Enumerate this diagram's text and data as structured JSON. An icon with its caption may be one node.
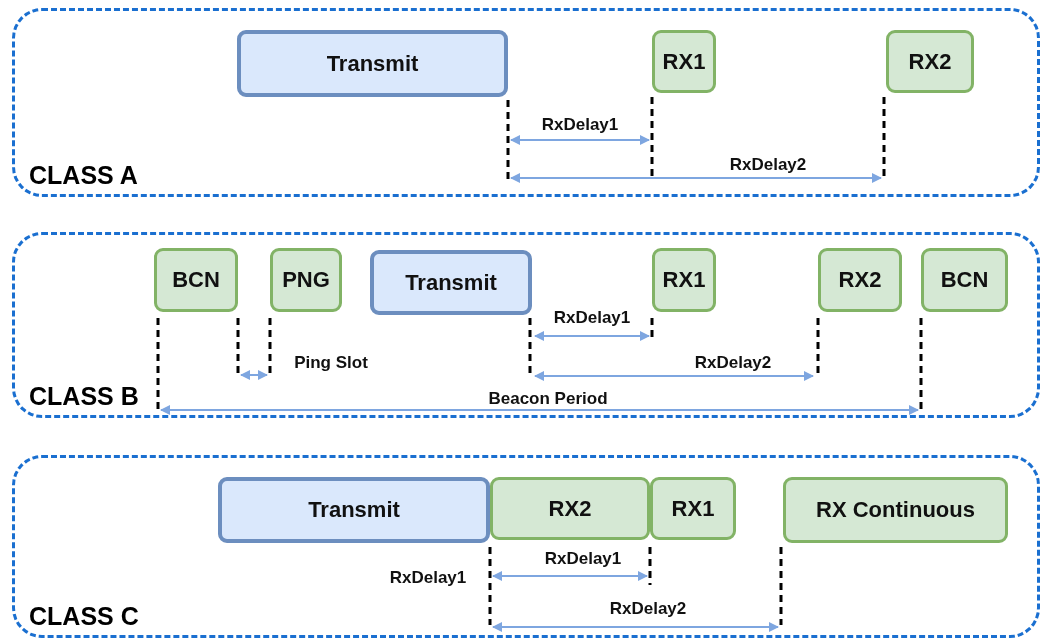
{
  "diagram": {
    "nodes": [
      {
        "text": [
          "CLASS A"
        ]
      },
      {
        "text": [
          "Transmit"
        ],
        "in": 0
      },
      {
        "text": [
          "RX1"
        ],
        "in": 0
      },
      {
        "text": [
          "RX2"
        ],
        "in": 0
      },
      {
        "text": [
          "CLASS B"
        ]
      },
      {
        "text": [
          "BCN"
        ],
        "in": 4
      },
      {
        "text": [
          "PNG"
        ],
        "in": 4
      },
      {
        "text": [
          "Transmit"
        ],
        "in": 4
      },
      {
        "text": [
          "RX1"
        ],
        "in": 4
      },
      {
        "text": [
          "RX2"
        ],
        "in": 4
      },
      {
        "text": [
          "BCN"
        ],
        "in": 4
      },
      {
        "text": [
          "CLASS C"
        ]
      },
      {
        "text": [
          "Transmit"
        ],
        "in": 11
      },
      {
        "text": [
          "RX2"
        ],
        "in": 11
      },
      {
        "text": [
          "RX1"
        ],
        "in": 11
      },
      {
        "text": [
          "RX Continuous"
        ],
        "in": 11
      }
    ],
    "labels": [
      "RxDelay1",
      "RxDelay2",
      "RxDelay1",
      "Ping Slot",
      "RxDelay2",
      "Beacon Period",
      "RxDelay1",
      "RxDelay1",
      "RxDelay2"
    ]
  }
}
